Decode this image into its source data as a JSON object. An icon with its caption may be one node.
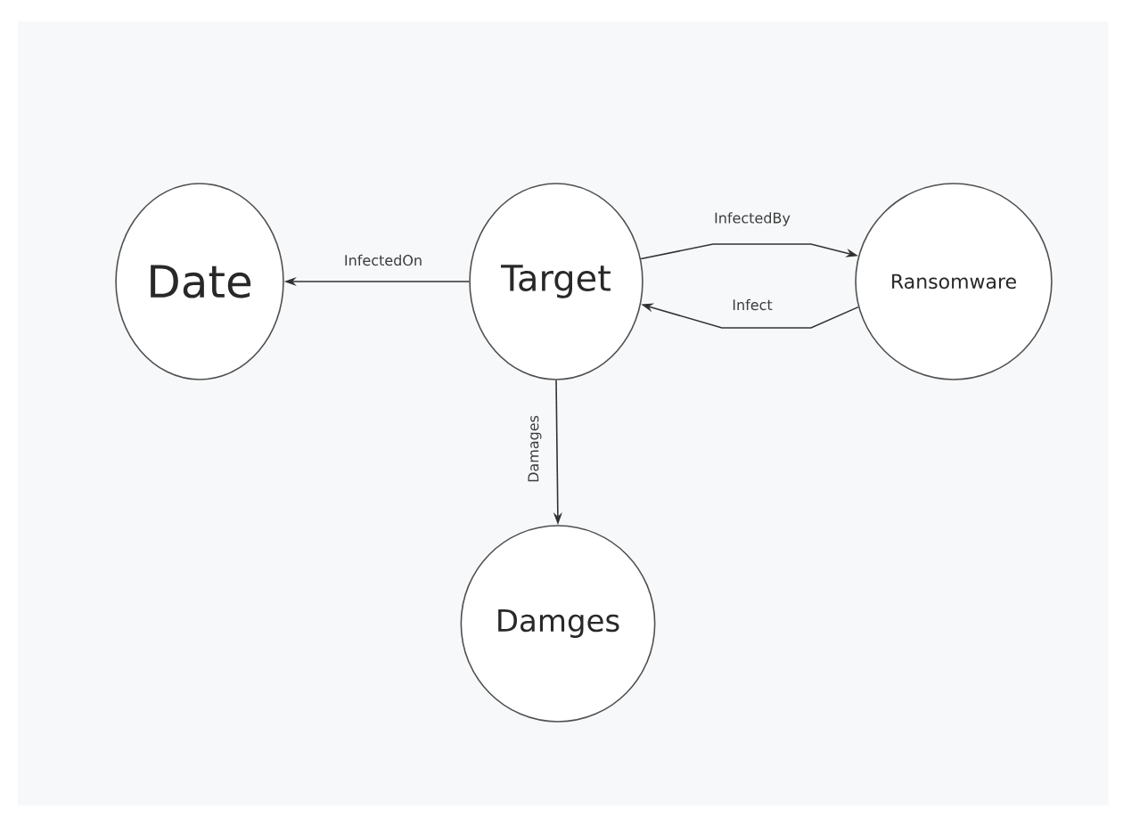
{
  "diagram": {
    "nodes": [
      {
        "text": [
          "Date"
        ]
      },
      {
        "text": [
          "Target"
        ]
      },
      {
        "text": [
          "Ransomware"
        ]
      },
      {
        "text": [
          "Damges"
        ]
      }
    ],
    "edges": [
      {
        "from": 1,
        "to": 0,
        "arrow": "to",
        "label": "InfectedOn"
      },
      {
        "from": 1,
        "to": 2,
        "arrow": "to",
        "label": "InfectedBy"
      },
      {
        "from": 2,
        "to": 1,
        "arrow": "to",
        "label": "Infect"
      },
      {
        "from": 1,
        "to": 3,
        "arrow": "to",
        "label": "Damages"
      }
    ]
  }
}
